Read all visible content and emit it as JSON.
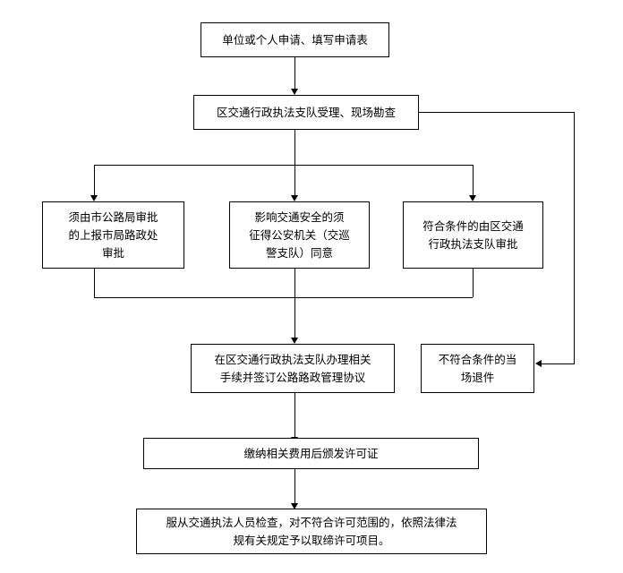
{
  "diagram": {
    "type": "flowchart",
    "orientation": "top-to-bottom",
    "nodes": [
      {
        "id": "apply",
        "label": "单位或个人申请、填写申请表"
      },
      {
        "id": "accept",
        "label": "区交通行政执法支队受理、现场勘查"
      },
      {
        "id": "branch_city",
        "label": "须由市公路局审批\n的上报市局路政处\n审批"
      },
      {
        "id": "branch_police",
        "label": "影响交通安全的须\n征得公安机关（交巡\n警支队）同意"
      },
      {
        "id": "branch_district",
        "label": "符合条件的由区交通\n行政执法支队审批"
      },
      {
        "id": "procedure",
        "label": "在区交通行政执法支队办理相关\n手续并签订公路路政管理协议"
      },
      {
        "id": "reject",
        "label": "不符合条件的当\n场退件"
      },
      {
        "id": "fee",
        "label": "缴纳相关费用后颁发许可证"
      },
      {
        "id": "supervise",
        "label": "服从交通执法人员检查，对不符合许可范围的，依照法律法\n规有关规定予以取缔许可项目。"
      }
    ],
    "colors": {
      "stroke": "#000000",
      "fill": "#ffffff",
      "text": "#000000"
    }
  }
}
